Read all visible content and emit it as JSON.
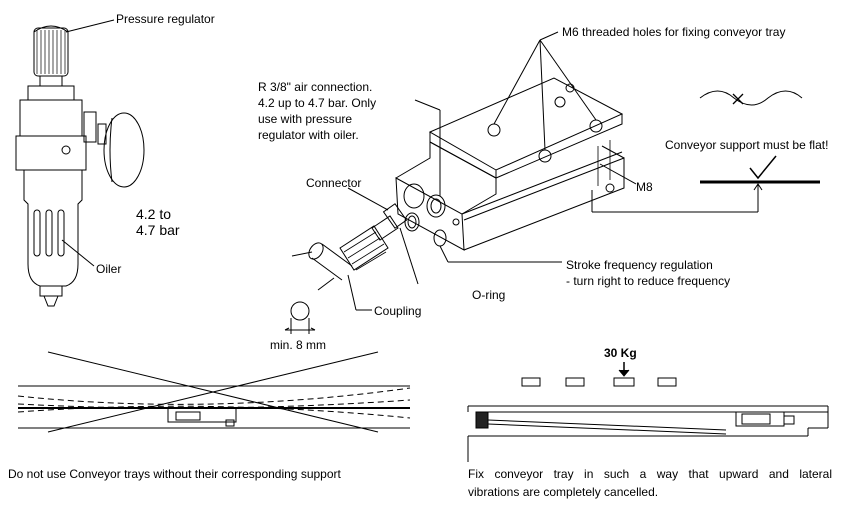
{
  "labels": {
    "pressure_regulator": "Pressure regulator",
    "pressure_range": [
      "4.2 to",
      "4.7 bar"
    ],
    "oiler": "Oiler",
    "air_connection": [
      "R 3/8\" air connection.",
      "4.2 up to 4.7 bar. Only",
      "use with pressure",
      "regulator with oiler."
    ],
    "connector": "Connector",
    "coupling": "Coupling",
    "o_ring": "O-ring",
    "min_diameter": "min. 8 mm",
    "m6_holes": "M6 threaded holes for fixing conveyor tray",
    "support_flat": "Conveyor support must be flat!",
    "m8": "M8",
    "stroke_freq": [
      "Stroke frequency regulation",
      "- turn right to reduce frequency"
    ],
    "load": "30 Kg"
  },
  "captions": {
    "no_support": "Do not use Conveyor trays without their corresponding support",
    "fix_tray": [
      "Fix conveyor tray in such a way that upward and lateral",
      "vibrations are completely cancelled."
    ]
  },
  "symbols": {
    "not_flat": "cross-icon",
    "flat_ok": "check-icon"
  },
  "colors": {
    "line": "#000000",
    "background": "#ffffff"
  }
}
